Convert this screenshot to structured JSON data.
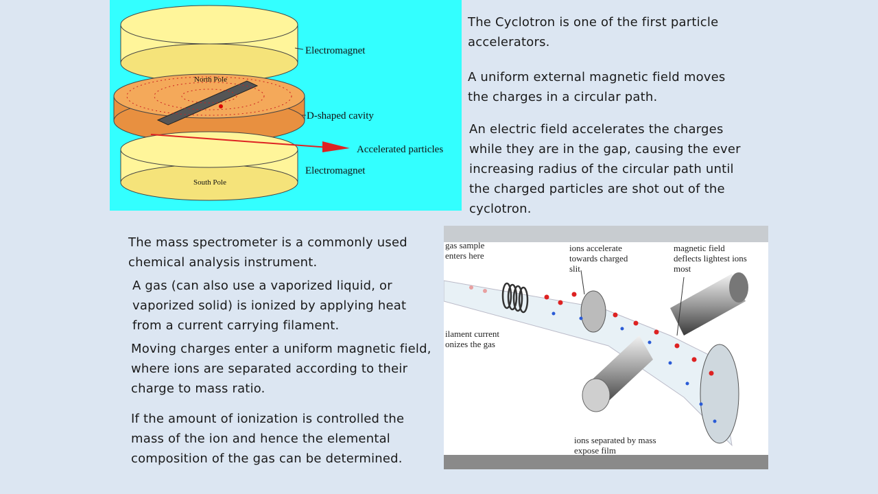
{
  "cyclotron_text": {
    "p1": "The Cyclotron is one of the first particle accelerators.",
    "p2": "A uniform external magnetic field moves the charges in a circular path.",
    "p3": "An electric field accelerates the charges while they are in the gap, causing the ever increasing radius of the circular path until the charged particles are shot out of the cyclotron."
  },
  "spectrometer_text": {
    "p1": "The mass spectrometer is a commonly used chemical analysis instrument.",
    "p2": "A gas (can also use a vaporized liquid, or vaporized solid) is ionized by applying heat from a current carrying filament.",
    "p3": "Moving charges enter a uniform magnetic field, where ions are separated according to their charge to mass ratio.",
    "p4": "If the amount of ionization is controlled the mass of the ion and hence the elemental composition of the gas can be determined."
  },
  "cyclotron_diagram": {
    "label_electromagnet_top": "Electromagnet",
    "label_north_pole": "North Pole",
    "label_d_cavity": "D-shaped cavity",
    "label_accelerated": "Accelerated particles",
    "label_electromagnet_bottom": "Electromagnet",
    "label_south_pole": "South Pole",
    "colors": {
      "background": "#33ffff",
      "magnet": "#fff59a",
      "dee": "#f4a95a"
    }
  },
  "spectrometer_diagram": {
    "label_gas_sample_1": "gas sample",
    "label_gas_sample_2": "enters here",
    "label_ions_accel_1": "ions accelerate",
    "label_ions_accel_2": "towards charged",
    "label_ions_accel_3": "slit",
    "label_magnetic_1": "magnetic field",
    "label_magnetic_2": "deflects lightest ions",
    "label_magnetic_3": "most",
    "label_filament_1": "ilament current",
    "label_filament_2": "onizes the gas",
    "label_separated_1": "ions separated by mass",
    "label_separated_2": "expose film"
  }
}
